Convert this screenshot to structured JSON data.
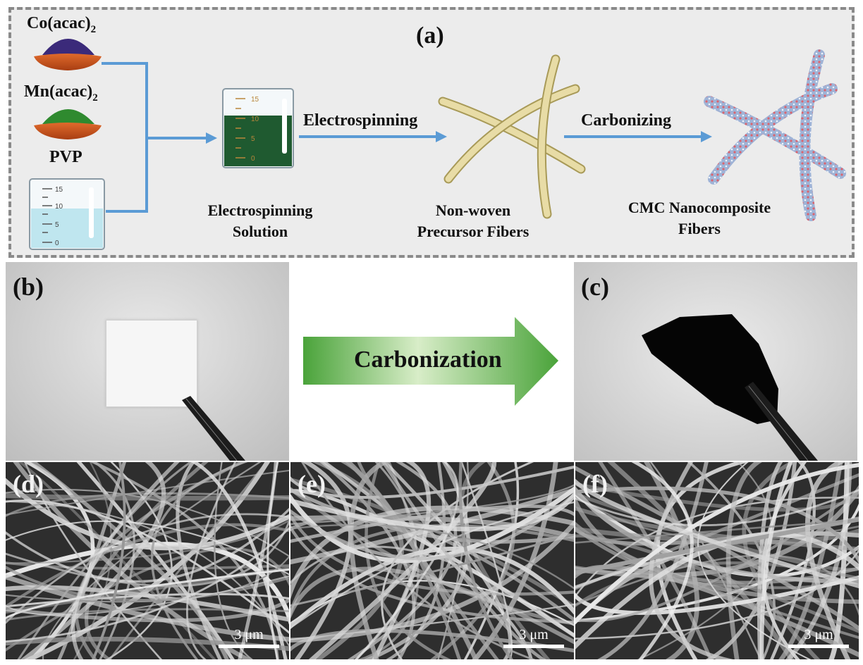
{
  "panel_a": {
    "label": "(a)",
    "reagents": {
      "co": {
        "base": "Co(acac)",
        "sub": "2"
      },
      "mn": {
        "base": "Mn(acac)",
        "sub": "2"
      },
      "pvp": "PVP"
    },
    "beaker_ticks": [
      "15",
      "10",
      "5",
      "0"
    ],
    "steps": {
      "electrospinning": "Electrospinning",
      "carbonizing": "Carbonizing"
    },
    "captions": {
      "solution_line1": "Electrospinning",
      "solution_line2": "Solution",
      "precursor_line1": "Non-woven",
      "precursor_line2": "Precursor Fibers",
      "cmc_line1": "CMC Nanocomposite",
      "cmc_line2": "Fibers"
    },
    "colors": {
      "arrow": "#5b9bd5",
      "co_powder": "#3b2a7a",
      "mn_powder": "#2f8a2f",
      "dish": "#c8541e",
      "solution_green": "#1f5a30",
      "solvent_blue": "#bfe6ef",
      "precursor_fiber": "#e3d69c",
      "cmc_fiber": "#a9bfe0"
    }
  },
  "panel_b": {
    "label": "(b)"
  },
  "panel_c": {
    "label": "(c)"
  },
  "middle_arrow": {
    "text": "Carbonization",
    "color_dark": "#4aa33a",
    "color_light": "#d8edc8"
  },
  "panel_d": {
    "label": "(d)",
    "scale": "3 μm"
  },
  "panel_e": {
    "label": "(e)",
    "scale": "3 μm"
  },
  "panel_f": {
    "label": "(f)",
    "scale": "3 μm"
  }
}
